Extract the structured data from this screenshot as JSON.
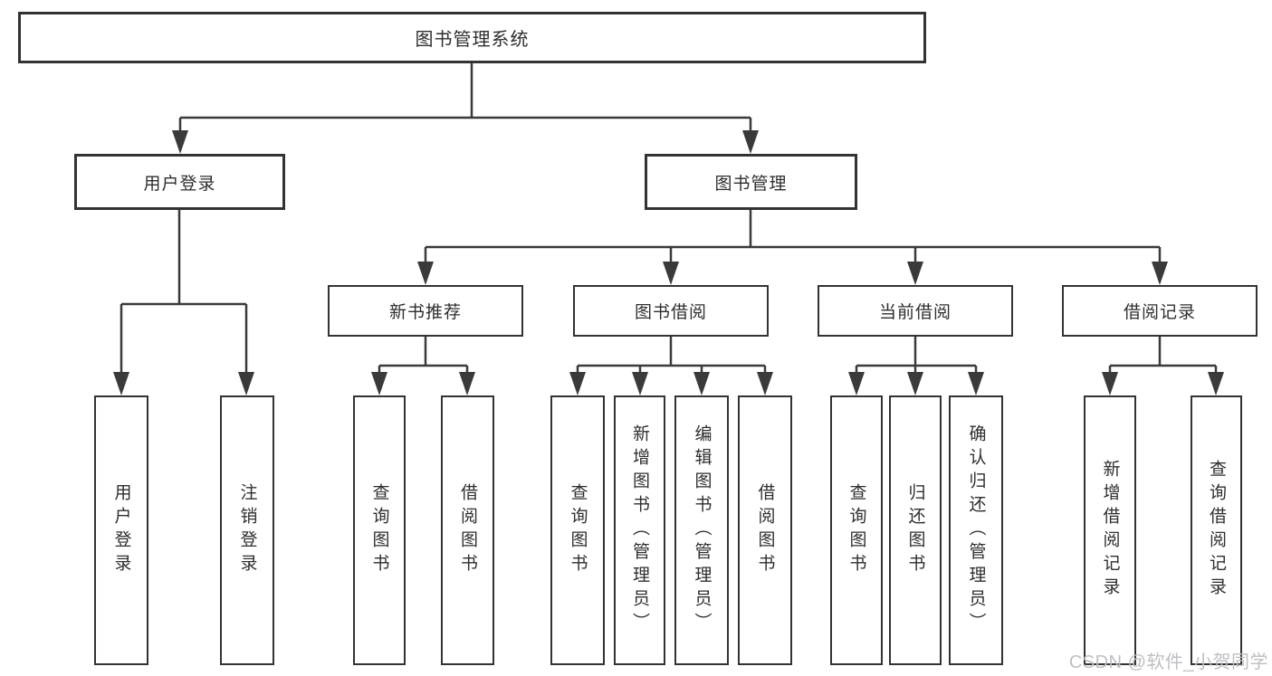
{
  "diagram_title": "图书管理系统",
  "tree": {
    "root": {
      "label": "图书管理系统"
    },
    "branches": [
      {
        "label": "用户登录",
        "children": [
          {
            "label": "用户登录"
          },
          {
            "label": "注销登录"
          }
        ]
      },
      {
        "label": "图书管理",
        "children": [
          {
            "label": "新书推荐",
            "children": [
              {
                "label": "查询图书"
              },
              {
                "label": "借阅图书"
              }
            ]
          },
          {
            "label": "图书借阅",
            "children": [
              {
                "label": "查询图书"
              },
              {
                "label": "新增图书（管理员）"
              },
              {
                "label": "编辑图书（管理员）"
              },
              {
                "label": "借阅图书"
              }
            ]
          },
          {
            "label": "当前借阅",
            "children": [
              {
                "label": "查询图书"
              },
              {
                "label": "归还图书"
              },
              {
                "label": "确认归还（管理员）"
              }
            ]
          },
          {
            "label": "借阅记录",
            "children": [
              {
                "label": "新增借阅记录"
              },
              {
                "label": "查询借阅记录"
              }
            ]
          }
        ]
      }
    ]
  },
  "watermark": {
    "text": "CSDN @软件_小贺同学"
  },
  "colors": {
    "line": "#3a3a3a",
    "box_border": "#333333",
    "text": "#2e2e2e",
    "watermark": "#bfbfc4",
    "background": "#ffffff"
  }
}
